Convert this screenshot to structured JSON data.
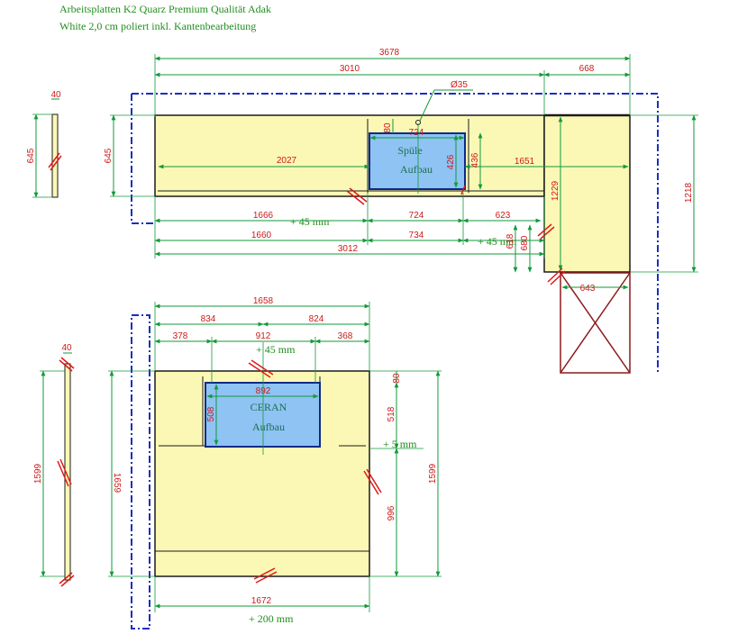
{
  "header": {
    "line1": "Arbeitsplatten K2 Quarz Premium Qualität Adak",
    "line2": "White 2,0 cm poliert inkl. Kantenbearbeitung"
  },
  "colors": {
    "slab": "#fbf8b6",
    "outline": "#1a1a1a",
    "dim": "#129a3a",
    "dimtext": "#d01818",
    "cutout": "#8ec3f4",
    "cutout_border": "#0e2a8a",
    "dash": "#1a2fbf",
    "cross": "#8b1a1a"
  },
  "top_plan": {
    "side_strip": {
      "thickness": "40",
      "height": "645"
    },
    "dims": {
      "total": "3678",
      "left_run": "3010",
      "right_run": "668",
      "hole": "Ø35",
      "depth_left": "645",
      "long_inner": "2027",
      "right_inner": "1651",
      "sink_w": "724",
      "sink_top_gap": "80",
      "sink_h": "426",
      "sink_outer_h": "436",
      "leg_inner": "1229",
      "leg_total": "1218",
      "front_1666": "1666",
      "front_724": "724",
      "front_623": "623",
      "front_1660": "1660",
      "front_734": "734",
      "front_3012": "3012",
      "leg_small_a": "618",
      "leg_small_b": "680",
      "leg_width": "643"
    },
    "plus_45_a": "+ 45 mm",
    "plus_45_b": "+ 45 mm",
    "sink_label_1": "Spüle",
    "sink_label_2": "Aufbau"
  },
  "bottom_plan": {
    "side_strip": {
      "thickness": "40",
      "height": "1599"
    },
    "dims": {
      "top_total": "1658",
      "left_half": "834",
      "right_half": "824",
      "left_gap": "378",
      "hob_w": "912",
      "right_gap": "368",
      "hob_inner_w": "892",
      "hob_h": "508",
      "top_gap": "80",
      "right_upper": "518",
      "right_lower": "996",
      "right_total": "1599",
      "left_total": "1659",
      "bottom_w": "1672"
    },
    "plus_45": "+ 45 mm",
    "plus_5": "+ 5 mm",
    "plus_200": "+ 200 mm",
    "hob_label_1": "CERAN",
    "hob_label_2": "Aufbau"
  }
}
